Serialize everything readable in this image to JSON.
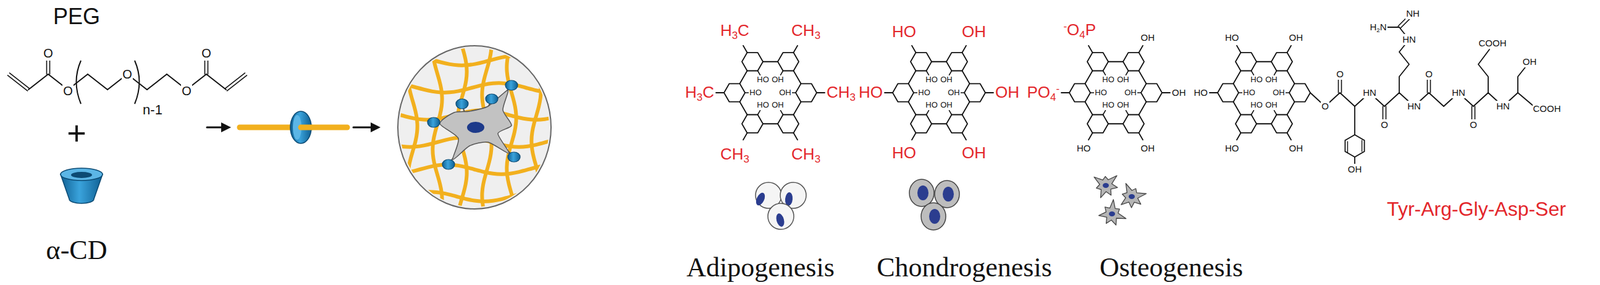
{
  "diagram": {
    "labels": [
      "PEG",
      "O",
      "O",
      "O",
      "n-1",
      "O",
      "O",
      "+",
      "α-CD",
      "CH3",
      "CH3",
      "CH3",
      "CH3",
      "H3C",
      "H3C",
      "OH",
      "OH",
      "OH",
      "HO",
      "HO",
      "HO",
      "OH",
      "OH",
      "OH",
      "HO",
      "HO",
      "HO",
      "OH",
      "OH",
      "OH",
      "HO",
      "HO",
      "HO",
      "OH",
      "OH",
      "OH",
      "HO",
      "PO4-",
      "-O4P",
      "OH",
      "OH",
      "OH",
      "HO",
      "HO",
      "HO",
      "OH",
      "OH",
      "HO",
      "HO",
      "HO",
      "OH",
      "OH",
      "OH",
      "HO",
      "HO",
      "HO",
      "O",
      "O",
      "OH",
      "HN",
      "O",
      "NH",
      "H2N",
      "HN",
      "HN",
      "O",
      "HN",
      "O",
      "COOH",
      "HN",
      "OH",
      "COOH",
      "Tyr-Arg-Gly-Asp-Ser",
      "Adipogenesis",
      "Chondrogenesis",
      "Osteogenesis"
    ]
  }
}
